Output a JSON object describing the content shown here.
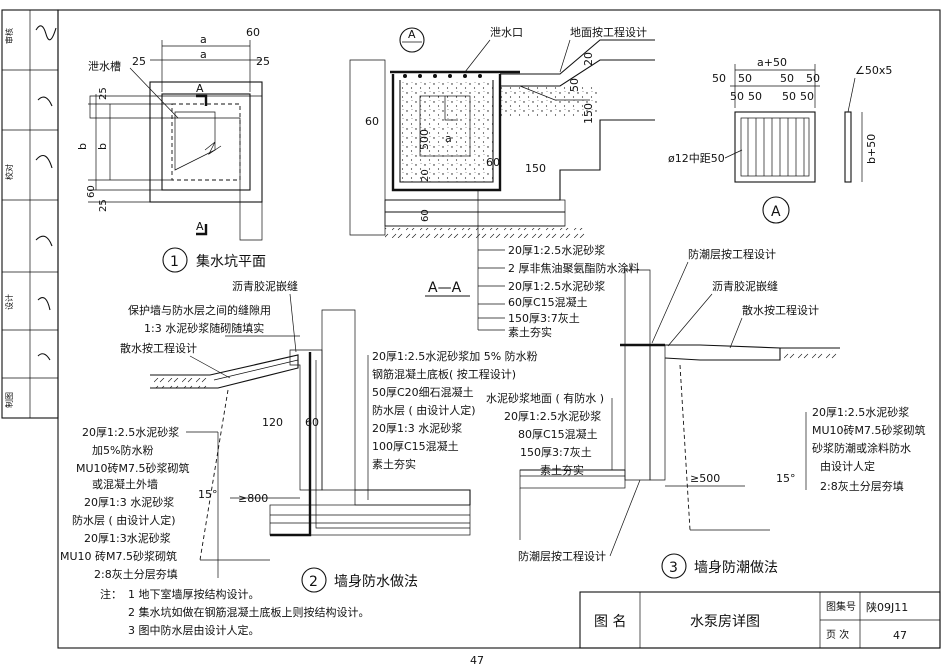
{
  "page_number": "47",
  "side_column": [
    "审核",
    "校对",
    "设计",
    "制图"
  ],
  "title_block": {
    "drawing_name_label": "图 名",
    "drawing_name": "水泵房详图",
    "atlas_label": "图集号",
    "atlas_value": "陕09J11",
    "page_label": "页 次",
    "page_value": "47"
  },
  "sump": {
    "caption": "集水坑平面",
    "caption_num": "1",
    "label_trough": "泄水槽",
    "dim_a": "a",
    "dim_b": "b",
    "dim_25": "25",
    "dim_60": "60",
    "section_mark": "A"
  },
  "section_aa": {
    "caption": "A—A",
    "label_outlet": "泄水口",
    "label_ground": "地面按工程设计",
    "dim_150": "150",
    "dim_500": "500",
    "dim_60": "60",
    "dim_20": "20",
    "dim_a": "a",
    "circle_ref": "A",
    "layers": [
      "20厚1:2.5水泥砂浆",
      "2 厚非焦油聚氨酯防水涂料",
      "20厚1:2.5水泥砂浆",
      "60厚C15混凝土",
      "150厚3:7灰土",
      "素土夯实"
    ]
  },
  "detail_a": {
    "dim_a50": "a+50",
    "dim_50": "50",
    "dim_b50": "b+50",
    "label_angle": "∠50x5",
    "label_rebar": "ø12中距50",
    "circle": "A"
  },
  "detail_2": {
    "caption": "墙身防水做法",
    "caption_num": "2",
    "top_labels": [
      "沥青胶泥嵌缝",
      "保护墙与防水层之间的缝隙用",
      "1:3 水泥砂浆随砌随填实",
      "散水按工程设计"
    ],
    "right_layers": [
      "20厚1:2.5水泥砂浆加 5% 防水粉",
      "钢筋混凝土底板( 按工程设计)",
      "50厚C20细石混凝土",
      "防水层 ( 由设计人定)",
      "20厚1:3 水泥砂浆",
      "100厚C15混凝土",
      "素土夯实"
    ],
    "left_layers": [
      "20厚1:2.5水泥砂浆",
      "加5%防水粉",
      "MU10砖M7.5砂浆砌筑",
      "或混凝土外墙",
      "20厚1:3 水泥砂浆",
      "防水层 ( 由设计人定)",
      "20厚1:3水泥砂浆",
      "MU10 砖M7.5砂浆砌筑",
      "2:8灰土分层夯填"
    ],
    "dim_120": "120",
    "dim_60": "60",
    "dim_800": "≥800",
    "angle_15": "15°"
  },
  "detail_3": {
    "caption": "墙身防潮做法",
    "caption_num": "3",
    "top_labels": [
      "防潮层按工程设计",
      "沥青胶泥嵌缝",
      "散水按工程设计"
    ],
    "left_layers": [
      "水泥砂浆地面 ( 有防水 )",
      "20厚1:2.5水泥砂浆",
      "80厚C15混凝土",
      "150厚3:7灰土",
      "素土夯实"
    ],
    "right_layers": [
      "20厚1:2.5水泥砂浆",
      "MU10砖M7.5砂浆砌筑",
      "砂浆防潮或涂料防水",
      "由设计人定",
      "2:8灰土分层夯填"
    ],
    "bottom_label": "防潮层按工程设计",
    "dim_500": "≥500",
    "angle_15": "15°"
  },
  "notes": {
    "prefix": "注：",
    "items": [
      "1 地下室墙厚按结构设计。",
      "2 集水坑如做在钢筋混凝土底板上则按结构设计。",
      "3 图中防水层由设计人定。"
    ]
  }
}
